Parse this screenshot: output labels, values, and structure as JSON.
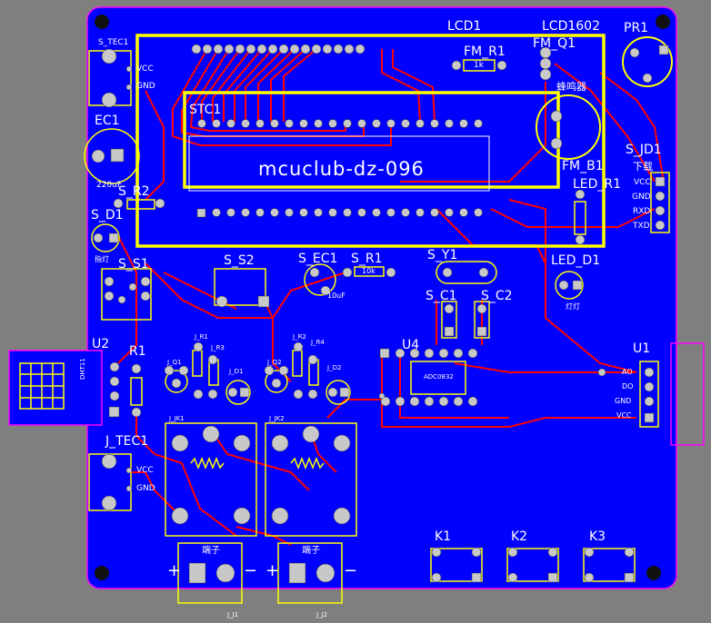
{
  "colors": {
    "background": "#7f7f7f",
    "board": "#0000ff",
    "outline": "#ff00ff",
    "silkscreen": "#ffff00",
    "trace": "#ff0000",
    "pad": "#c8c8c8",
    "text": "#ffffff"
  },
  "labels": {
    "lcd1": "LCD1",
    "lcd1602": "LCD1602",
    "pr1": "PR1",
    "stec": "S_TEC1",
    "vcc": "VCC",
    "gnd": "GND",
    "ec1": "EC1",
    "ec1_value": "220uF",
    "fm_r1": "FM_R1",
    "fm_r1_value": "1k",
    "fm_q1": "FM_Q1",
    "buzzer": "蜂鸣器",
    "stc1": "STC1",
    "chip_text": "mcuclub-dz-096",
    "fm_b1": "FM_B1",
    "s_jd1": "S_JD1",
    "download": "下载",
    "rxd": "RXD",
    "txd": "TXD",
    "s_r2": "S_R2",
    "led_r1": "LED_R1",
    "s_d1": "S_D1",
    "s_d1_note": "指灯",
    "s_s1": "S_S1",
    "s_s2": "S_S2",
    "s_ec1": "S_EC1",
    "s_ec1_value": "10uF",
    "s_r1": "S_R1",
    "s_r1_value": "10k",
    "s_y1": "S_Y1",
    "s_c1": "S_C1",
    "s_c2": "S_C2",
    "led_d1": "LED_D1",
    "led_d1_note": "灯灯",
    "u2": "U2",
    "u2_note": "DHT11",
    "r1": "R1",
    "j_q1": "J_Q1",
    "j_d1": "J_D1",
    "j_r1": "J_R1",
    "j_r3": "J_R3",
    "j_q2": "J_Q2",
    "j_d2": "J_D2",
    "j_r2": "J_R2",
    "j_r4": "J_R4",
    "j_jk1": "J_JK1",
    "j_jk2": "J_JK2",
    "u4": "U4",
    "u4_chip": "ADC0832",
    "u1": "U1",
    "u1_ao": "AO",
    "u1_do": "DO",
    "u1_gnd": "GND",
    "u1_vcc": "VCC",
    "j_tec1": "J_TEC1",
    "k1": "K1",
    "k2": "K2",
    "k3": "K3",
    "terminal": "端子",
    "j_j1": "J_J1",
    "j_j2": "J_J2",
    "plus": "+",
    "minus": "−"
  }
}
